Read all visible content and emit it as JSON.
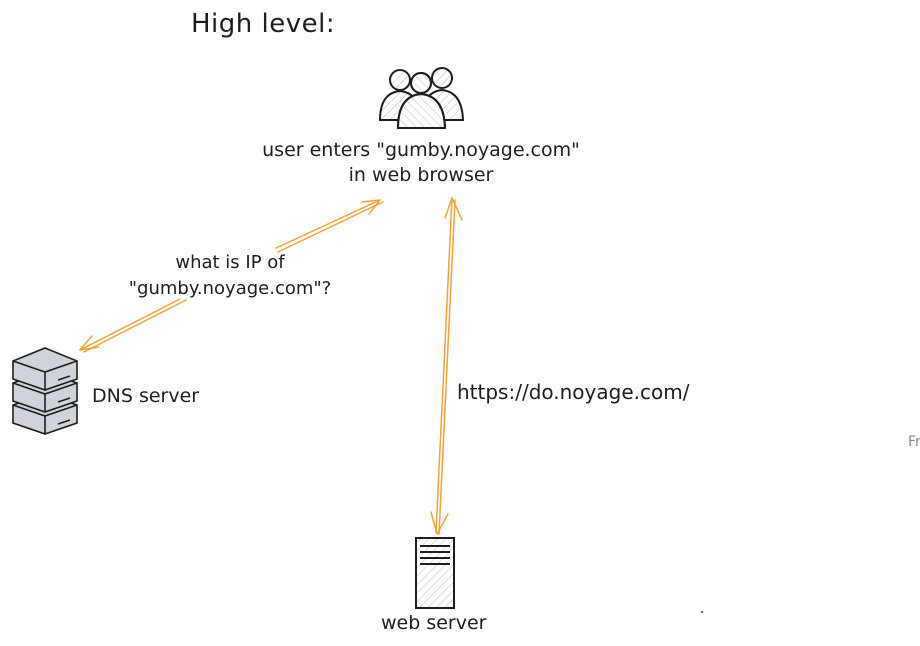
{
  "heading": "High level:",
  "users": {
    "icon": "users-group-icon",
    "caption_line1": "user enters \"gumby.noyage.com\"",
    "caption_line2": "in web browser"
  },
  "dns": {
    "icon": "server-stack-icon",
    "label": "DNS server",
    "question_line1": "what is IP of",
    "question_line2": "\"gumby.noyage.com\"?"
  },
  "web": {
    "icon": "web-server-icon",
    "label": "web server",
    "url": "https://do.noyage.com/"
  },
  "edge_fragment": "Fr",
  "colors": {
    "arrow": "#f4a236",
    "stroke": "#1e1e1e",
    "fill": "#e9ecef",
    "server_fill": "#ced4da"
  }
}
